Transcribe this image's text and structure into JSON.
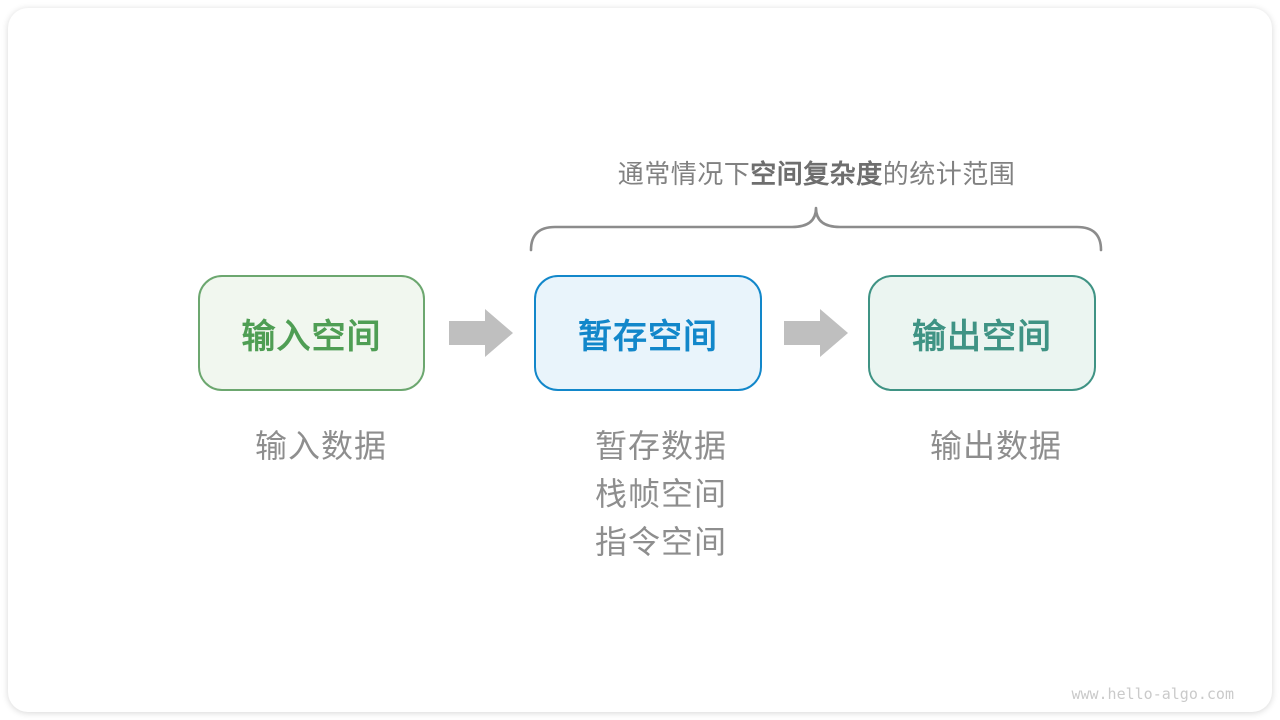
{
  "annotation": {
    "prefix": "通常情况下",
    "bold": "空间复杂度",
    "suffix": "的统计范围"
  },
  "boxes": [
    {
      "label": "输入空间",
      "colors": {
        "border": "#6ca76f",
        "bg": "#f1f7ef",
        "text": "#4f9e54"
      },
      "sublabels": [
        "输入数据"
      ]
    },
    {
      "label": "暂存空间",
      "colors": {
        "border": "#1287ca",
        "bg": "#e9f4fb",
        "text": "#1287ca"
      },
      "sublabels": [
        "暂存数据",
        "栈帧空间",
        "指令空间"
      ]
    },
    {
      "label": "输出空间",
      "colors": {
        "border": "#3f9384",
        "bg": "#ebf5f1",
        "text": "#3f9384"
      },
      "sublabels": [
        "输出数据"
      ]
    }
  ],
  "colors": {
    "card": "#ffffff",
    "title": "#818181",
    "title-bold": "#6e6e6e",
    "brace": "#8c8c8c",
    "arrow": "#bfbfbf",
    "label": "#8e8e8e",
    "watermark": "#cacaca"
  },
  "watermark": "www.hello-algo.com"
}
